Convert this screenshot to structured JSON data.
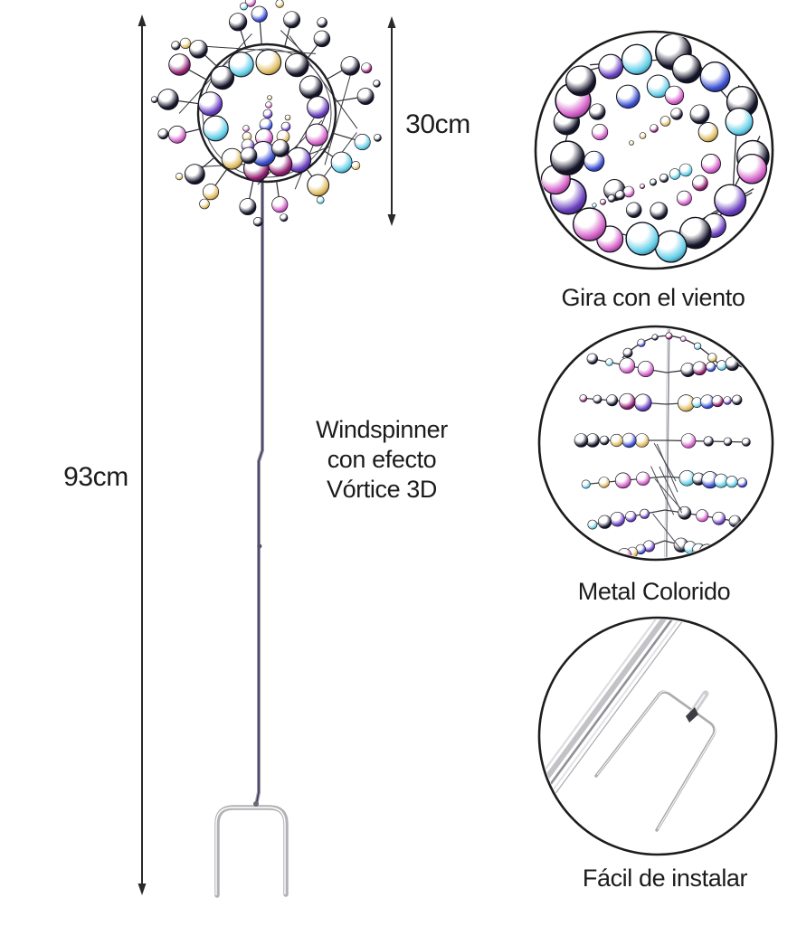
{
  "page": {
    "background": "#ffffff"
  },
  "product": {
    "name_caption": {
      "line1": "Windspinner",
      "line2": "con efecto",
      "line3": "Vórtice 3D"
    },
    "pole_height": "93cm",
    "head_diameter": "30cm"
  },
  "features": [
    {
      "id": "wind",
      "caption": "Gira con el viento"
    },
    {
      "id": "metal",
      "caption": "Metal Colorido"
    },
    {
      "id": "install",
      "caption": "Fácil de instalar"
    }
  ],
  "colors": {
    "text": "#1c1c1c",
    "line": "#2a2a2a",
    "circle_outline": "#1d1d1d",
    "metal_light": "#dedee2",
    "metal_mid": "#9a9aa3",
    "metal_dark": "#55516f",
    "pole_core": "#3d3966",
    "iridescent_palette": [
      "#15152a",
      "#6a3fbf",
      "#d45fc8",
      "#63cfe8",
      "#e0bd5f",
      "#3b4fd0",
      "#8f1d6e"
    ]
  }
}
